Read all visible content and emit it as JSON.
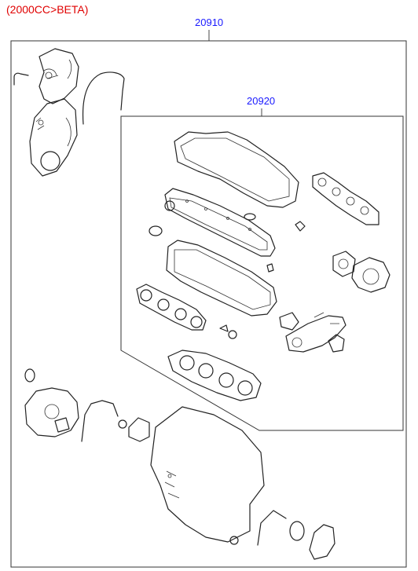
{
  "header": {
    "engine_label": "(2000CC>BETA)",
    "label_color": "#e00000"
  },
  "parts": [
    {
      "number": "20910",
      "color": "#1a1aff"
    },
    {
      "number": "20920",
      "color": "#1a1aff"
    }
  ],
  "diagram": {
    "line_color": "#222222"
  }
}
